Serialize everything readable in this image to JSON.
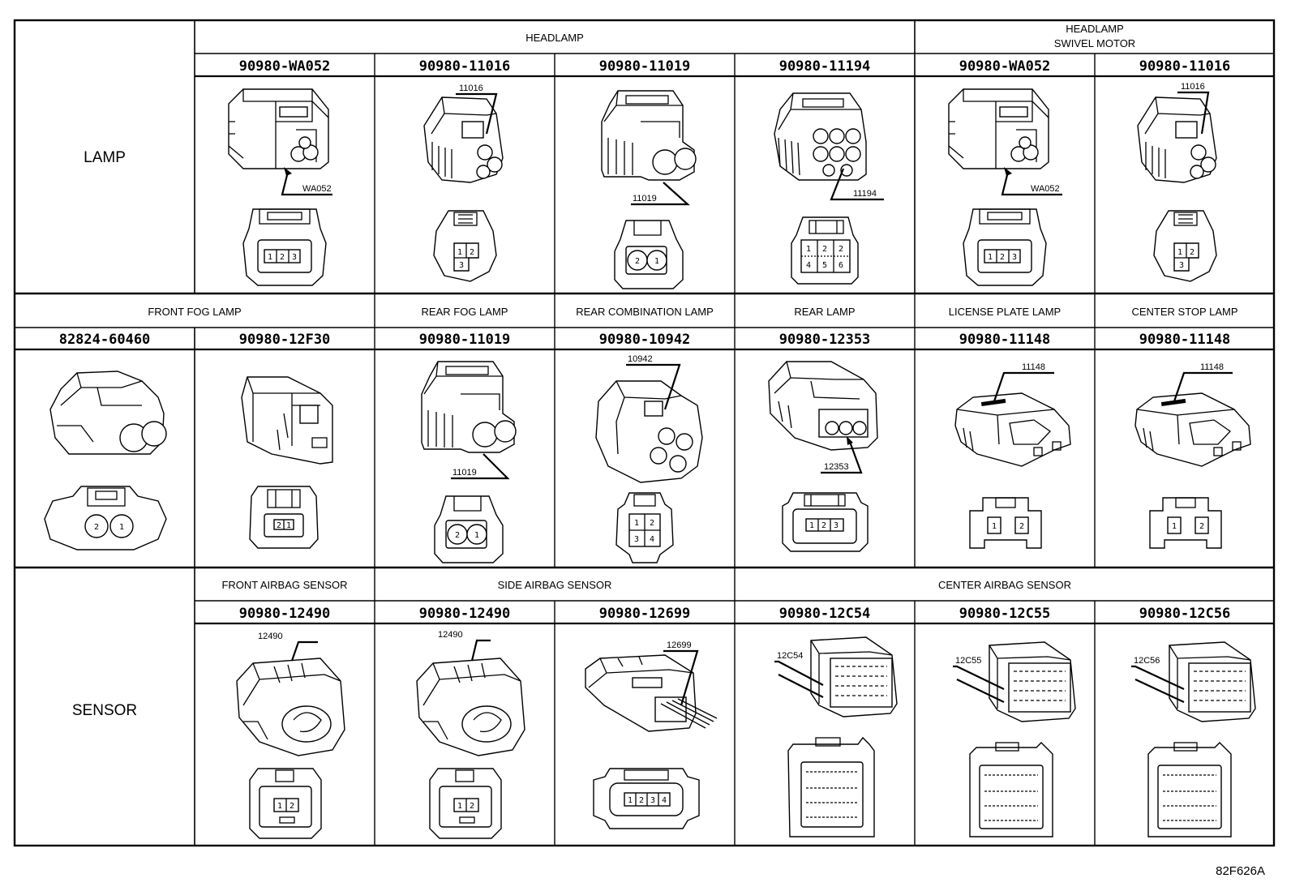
{
  "categories": {
    "lamp": "LAMP",
    "sensor": "SENSOR"
  },
  "figure_id": "82F626A",
  "row1": {
    "groups": [
      "HEADLAMP",
      "HEADLAMP",
      "SWIVEL MOTOR"
    ],
    "parts": [
      "90980-WA052",
      "90980-11016",
      "90980-11019",
      "90980-11194",
      "90980-WA052",
      "90980-11016"
    ],
    "callouts": [
      "WA052",
      "11016",
      "11019",
      "11194",
      "WA052",
      "11016"
    ],
    "pins": [
      [
        "1",
        "2",
        "3"
      ],
      [
        "1",
        "2",
        "3"
      ],
      [
        "2",
        "1"
      ],
      [
        "1",
        "2",
        "2",
        "4",
        "5",
        "6"
      ],
      [
        "1",
        "2",
        "3"
      ],
      [
        "1",
        "2",
        "3"
      ]
    ]
  },
  "row2": {
    "groups": [
      "FRONT FOG LAMP",
      "REAR FOG LAMP",
      "REAR COMBINATION LAMP",
      "REAR LAMP",
      "LICENSE PLATE LAMP",
      "CENTER STOP LAMP"
    ],
    "parts": [
      "82824-60460",
      "90980-12F30",
      "90980-11019",
      "90980-10942",
      "90980-12353",
      "90980-11148",
      "90980-11148"
    ],
    "callouts": [
      "11019",
      "10942",
      "12353",
      "11148",
      "11148"
    ],
    "pins": [
      [
        "2",
        "1"
      ],
      [
        "2",
        "1"
      ],
      [
        "2",
        "1"
      ],
      [
        "1",
        "2",
        "3",
        "4"
      ],
      [
        "1",
        "2",
        "3"
      ],
      [
        "1",
        "2"
      ],
      [
        "1",
        "2"
      ]
    ]
  },
  "row3": {
    "groups": [
      "FRONT AIRBAG SENSOR",
      "SIDE AIRBAG SENSOR",
      "CENTER AIRBAG SENSOR"
    ],
    "parts": [
      "90980-12490",
      "90980-12490",
      "90980-12699",
      "90980-12C54",
      "90980-12C55",
      "90980-12C56"
    ],
    "callouts": [
      "12490",
      "12490",
      "12699",
      "12C54",
      "12C55",
      "12C56"
    ],
    "pins": [
      [
        "1",
        "2"
      ],
      [
        "1",
        "2"
      ],
      [
        "1",
        "2",
        "3",
        "4"
      ]
    ]
  }
}
